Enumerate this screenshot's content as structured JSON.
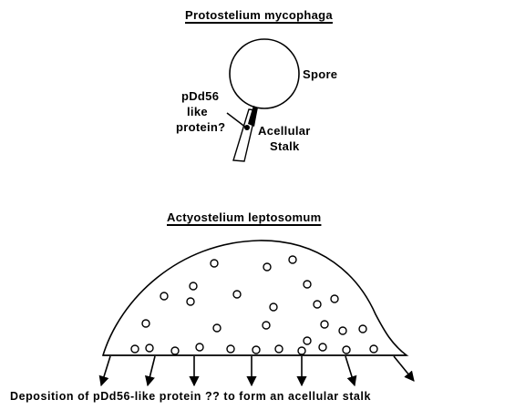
{
  "top_panel": {
    "title": "Protostelium mycophaga",
    "labels": {
      "spore": "Spore",
      "protein_line1": "pDd56",
      "protein_line2": "like",
      "protein_line3": "protein?",
      "stalk_line1": "Acellular",
      "stalk_line2": "Stalk"
    }
  },
  "bottom_panel": {
    "title": "Actyostelium leptosomum",
    "caption": "Deposition of pDd56-like protein ?? to form an acellular stalk"
  }
}
